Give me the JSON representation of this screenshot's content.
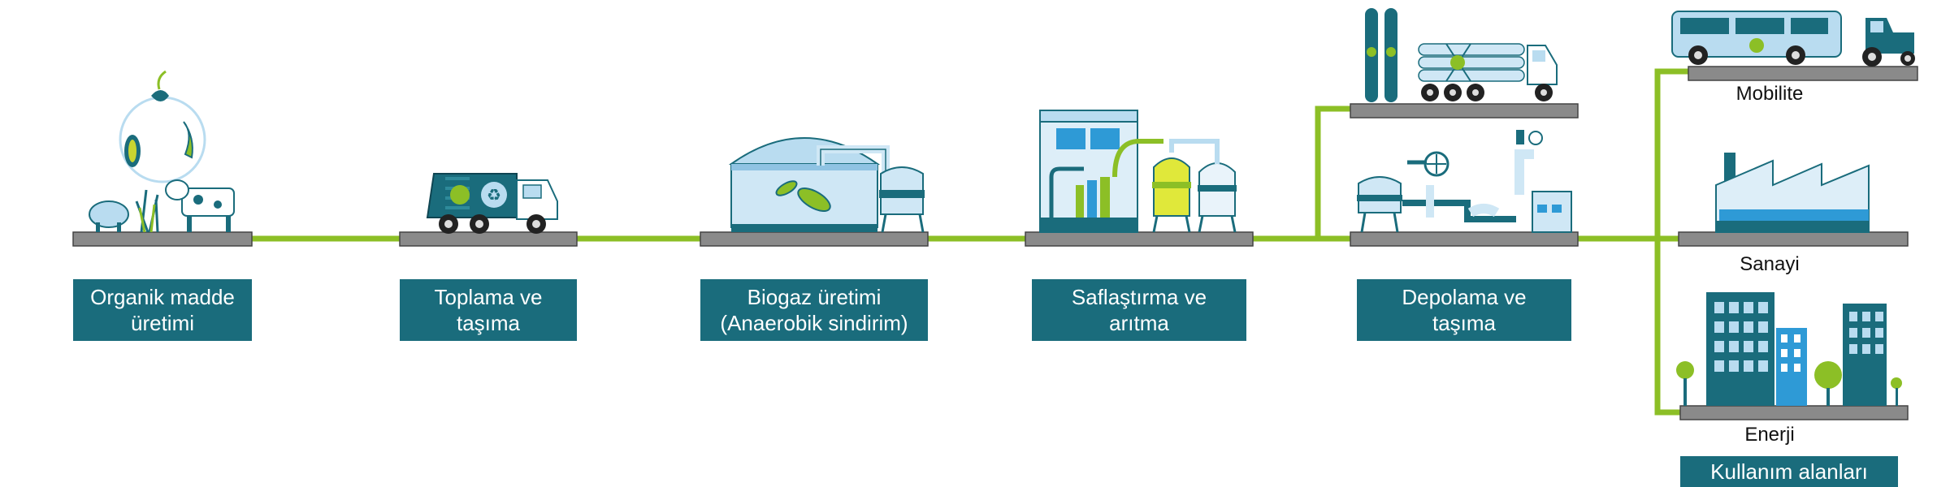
{
  "stages": [
    {
      "line1": "Organik madde",
      "line2": "üretimi"
    },
    {
      "line1": "Toplama ve",
      "line2": "taşıma"
    },
    {
      "line1": "Biogaz üretimi",
      "line2": "(Anaerobik sindirim)"
    },
    {
      "line1": "Saflaştırma ve",
      "line2": "arıtma"
    },
    {
      "line1": "Depolama ve",
      "line2": "taşıma"
    }
  ],
  "uses": {
    "mobility": "Mobilite",
    "industry": "Sanayi",
    "energy": "Enerji",
    "title": "Kullanım alanları"
  },
  "colors": {
    "teal": "#1a6c7c",
    "green": "#8cbf26",
    "platform": "#8a8a8a",
    "light_blue": "#b9dcf0",
    "mid_blue": "#2e9ad6",
    "dark_teal": "#17596a"
  }
}
